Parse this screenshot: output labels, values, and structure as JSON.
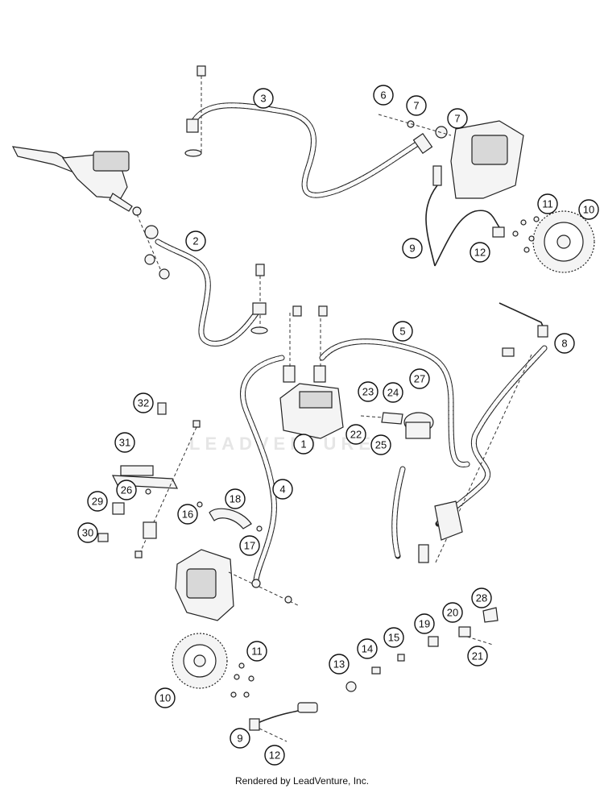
{
  "watermark": "LEADVENTURE",
  "footer": "Rendered by LeadVenture, Inc.",
  "callouts": [
    "1",
    "2",
    "3",
    "4",
    "5",
    "6",
    "7",
    "7",
    "8",
    "9",
    "9",
    "10",
    "10",
    "11",
    "11",
    "12",
    "12",
    "13",
    "14",
    "15",
    "16",
    "17",
    "18",
    "19",
    "20",
    "21",
    "22",
    "23",
    "24",
    "25",
    "26",
    "27",
    "28",
    "29",
    "30",
    "31",
    "32"
  ]
}
